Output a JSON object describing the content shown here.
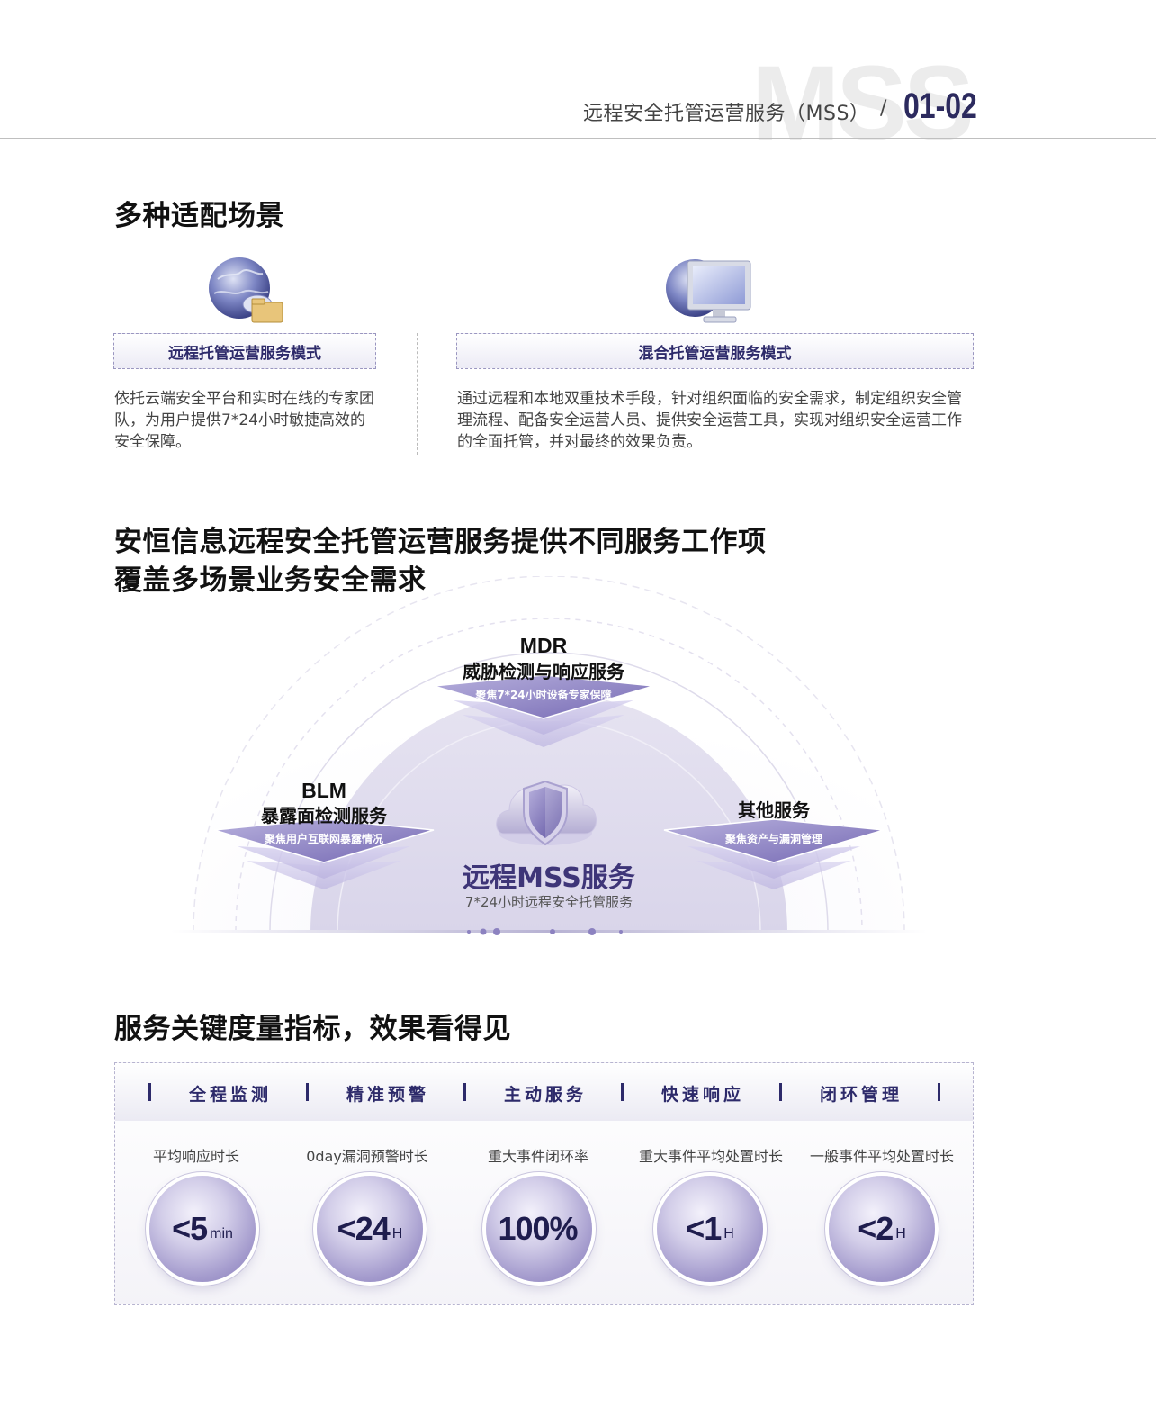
{
  "header": {
    "watermark": "MSS",
    "title": "远程安全托管运营服务（MSS）",
    "separator": "/",
    "page": "01-02"
  },
  "scenarios": {
    "title": "多种适配场景",
    "items": [
      {
        "label": "远程托管运营服务模式",
        "description": "依托云端安全平台和实时在线的专家团队，为用户提供7*24小时敏捷高效的安全保障。",
        "icon": "globe-cloud-folder-icon"
      },
      {
        "label": "混合托管运营服务模式",
        "description": "通过远程和本地双重技术手段，针对组织面临的安全需求，制定组织安全管理流程、配备安全运营人员、提供安全运营工具，实现对组织安全运营工作的全面托管，并对最终的效果负责。",
        "icon": "globe-monitor-icon"
      }
    ]
  },
  "services": {
    "title_line1": "安恒信息远程安全托管运营服务提供不同服务工作项",
    "title_line2": "覆盖多场景业务安全需求",
    "center": {
      "title": "远程MSS服务",
      "subtitle": "7*24小时远程安全托管服务",
      "icon": "cloud-shield-icon"
    },
    "mdr": {
      "code": "MDR",
      "name": "威胁检测与响应服务",
      "desc": "聚焦7*24小时设备专家保障"
    },
    "blm": {
      "code": "BLM",
      "name": "暴露面检测服务",
      "desc": "聚焦用户互联网暴露情况"
    },
    "other": {
      "name": "其他服务",
      "desc": "聚焦资产与漏洞管理"
    }
  },
  "kpi": {
    "title": "服务关键度量指标，效果看得见",
    "tabs": [
      "全程监测",
      "精准预警",
      "主动服务",
      "快速响应",
      "闭环管理"
    ],
    "metrics": [
      {
        "label": "平均响应时长",
        "value": "<5",
        "unit": "min"
      },
      {
        "label": "0day漏洞预警时长",
        "value": "<24",
        "unit": "H"
      },
      {
        "label": "重大事件闭环率",
        "value": "100%",
        "unit": ""
      },
      {
        "label": "重大事件平均处置时长",
        "value": "<1",
        "unit": "H"
      },
      {
        "label": "一般事件平均处置时长",
        "value": "<2",
        "unit": "H"
      }
    ]
  },
  "colors": {
    "brand": "#2d2a6a",
    "accent": "#8c82c0",
    "panel": "#ecebf5"
  }
}
